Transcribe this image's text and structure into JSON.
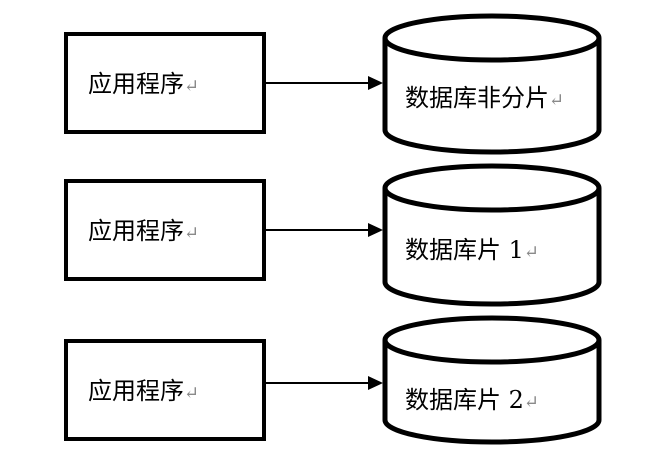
{
  "diagram": {
    "title": "",
    "return_mark": "↵",
    "rows": [
      {
        "app_label": "应用程序",
        "db_label": "数据库非分片"
      },
      {
        "app_label": "应用程序",
        "db_label": "数据库片 1"
      },
      {
        "app_label": "应用程序",
        "db_label": "数据库片 2"
      }
    ],
    "colors": {
      "stroke": "#000000",
      "return_mark": "#8a8a8a",
      "background": "#ffffff"
    }
  }
}
